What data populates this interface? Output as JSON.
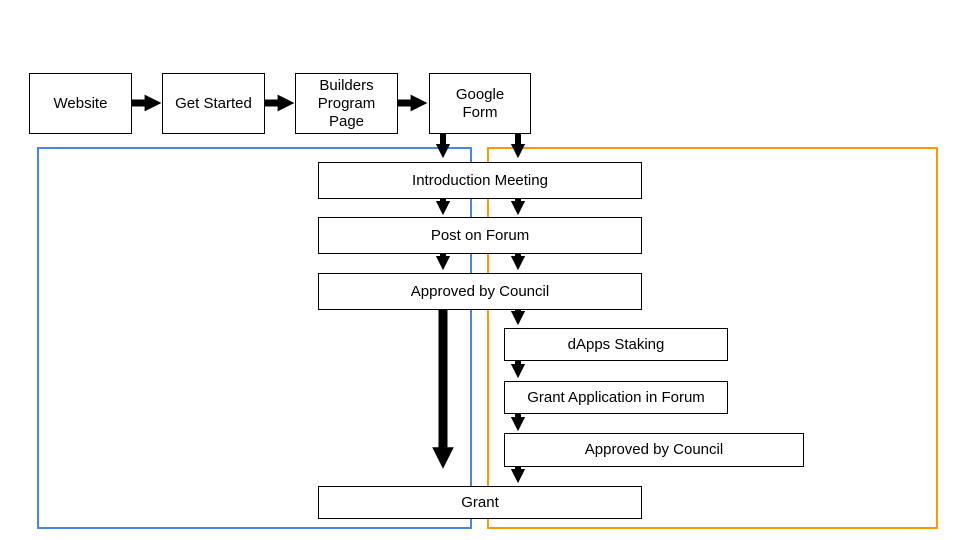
{
  "colors": {
    "left_region": "#4a86e8",
    "right_region": "#ff9900",
    "arrow": "#000000"
  },
  "steps": {
    "website": "Website",
    "get_started": "Get Started",
    "builders_program_page": "Builders\nProgram\nPage",
    "google_form": "Google\nForm",
    "introduction_meeting": "Introduction Meeting",
    "post_on_forum": "Post on Forum",
    "approved_by_council_1": "Approved by Council",
    "dapps_staking": "dApps Staking",
    "grant_application_in_forum": "Grant Application in Forum",
    "approved_by_council_2": "Approved by Council",
    "grant": "Grant"
  }
}
